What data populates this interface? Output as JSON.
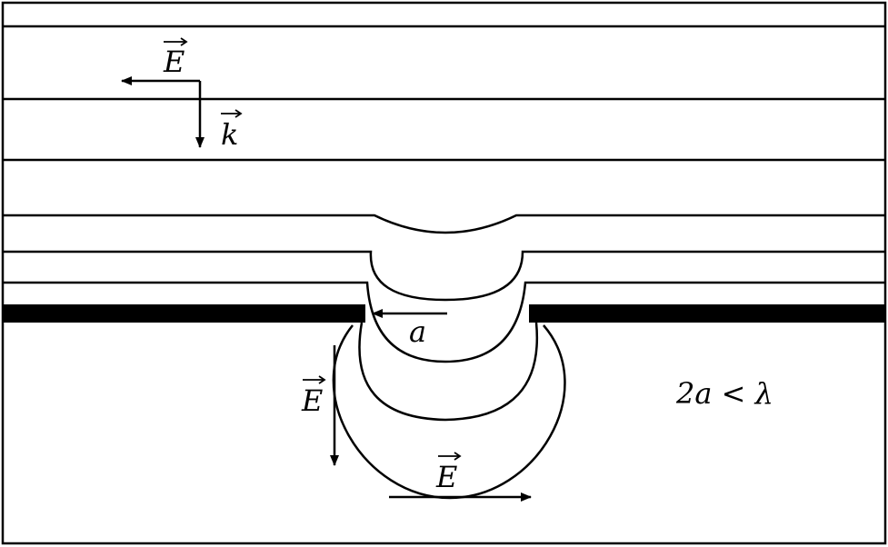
{
  "colors": {
    "stroke": "#000000",
    "background": "#ffffff"
  },
  "labels": {
    "incident_field": "E",
    "wave_vector": "k",
    "aperture_radius": "a",
    "side_field": "E",
    "bottom_field": "E",
    "condition": "2a < λ"
  }
}
